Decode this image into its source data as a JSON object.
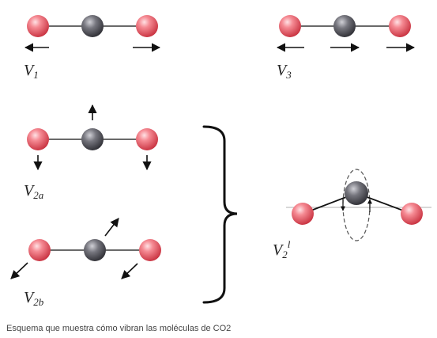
{
  "labels": {
    "v1": {
      "main": "V",
      "sub": "1"
    },
    "v3": {
      "main": "V",
      "sub": "3"
    },
    "v2a": {
      "main": "V",
      "sub": "2a"
    },
    "v2b": {
      "main": "V",
      "sub": "2b"
    },
    "v2l": {
      "main": "V",
      "sub": "2",
      "sup": "l"
    }
  },
  "caption": "Esquema que muestra cómo vibran las moléculas de CO2",
  "colors": {
    "oxygen": "#e8505b",
    "carbon": "#5a5a62",
    "bond": "#111111",
    "arrow": "#111111"
  }
}
